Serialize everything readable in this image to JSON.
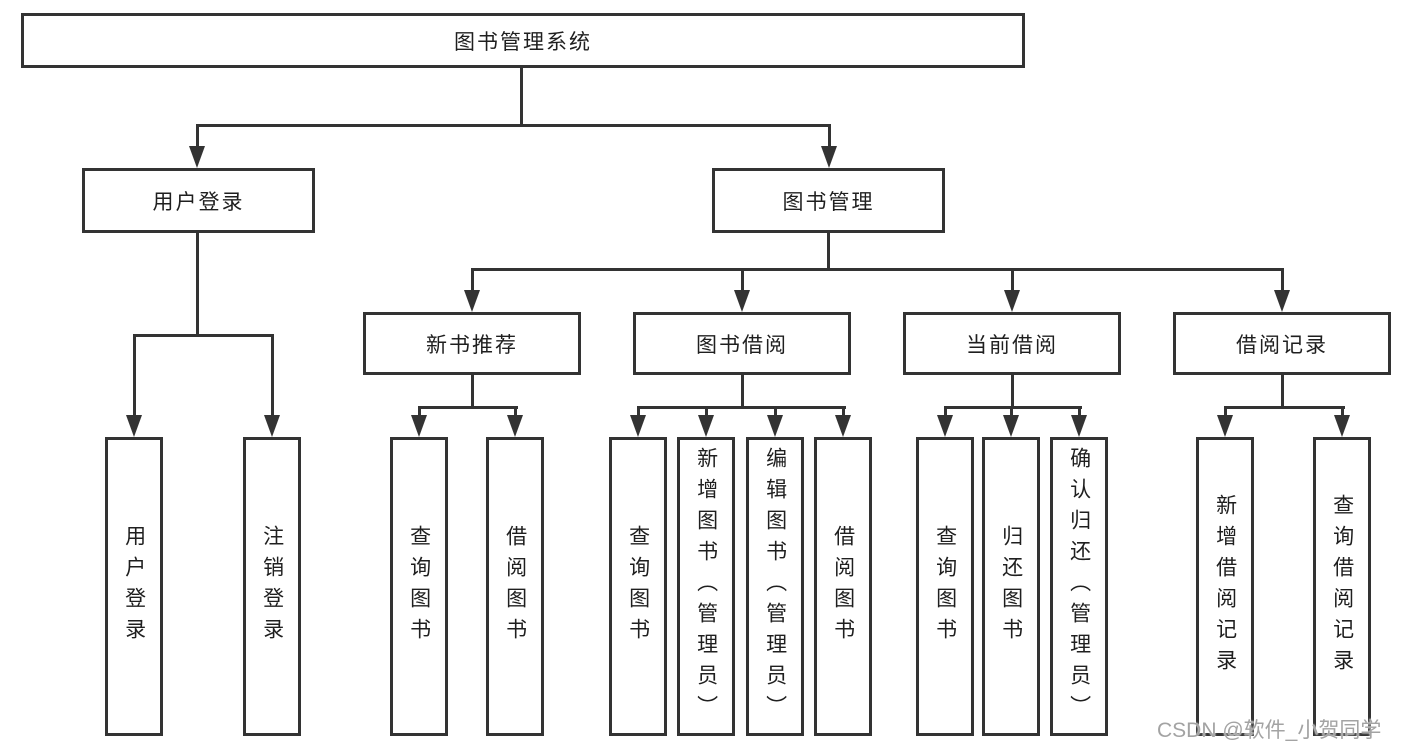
{
  "tree": {
    "root": {
      "label": "图书管理系统"
    },
    "level2": [
      {
        "label": "用户登录"
      },
      {
        "label": "图书管理"
      }
    ],
    "level3": [
      {
        "label": "新书推荐"
      },
      {
        "label": "图书借阅"
      },
      {
        "label": "当前借阅"
      },
      {
        "label": "借阅记录"
      }
    ],
    "leaves": {
      "user_login": [
        "用户登录",
        "注销登录"
      ],
      "new_book": [
        "查询图书",
        "借阅图书"
      ],
      "book_borrow": [
        "查询图书",
        "新增图书（管理员）",
        "编辑图书（管理员）",
        "借阅图书"
      ],
      "current_borrow": [
        "查询图书",
        "归还图书",
        "确认归还（管理员）"
      ],
      "borrow_record": [
        "新增借阅记录",
        "查询借阅记录"
      ]
    }
  },
  "watermark": {
    "text": "CSDN @软件_小贺同学"
  },
  "colors": {
    "line": "#333333",
    "box_border": "#333333",
    "box_fill": "#ffffff",
    "text": "#1f1f1f",
    "watermark": "#a3a3a3",
    "background": "#ffffff"
  }
}
